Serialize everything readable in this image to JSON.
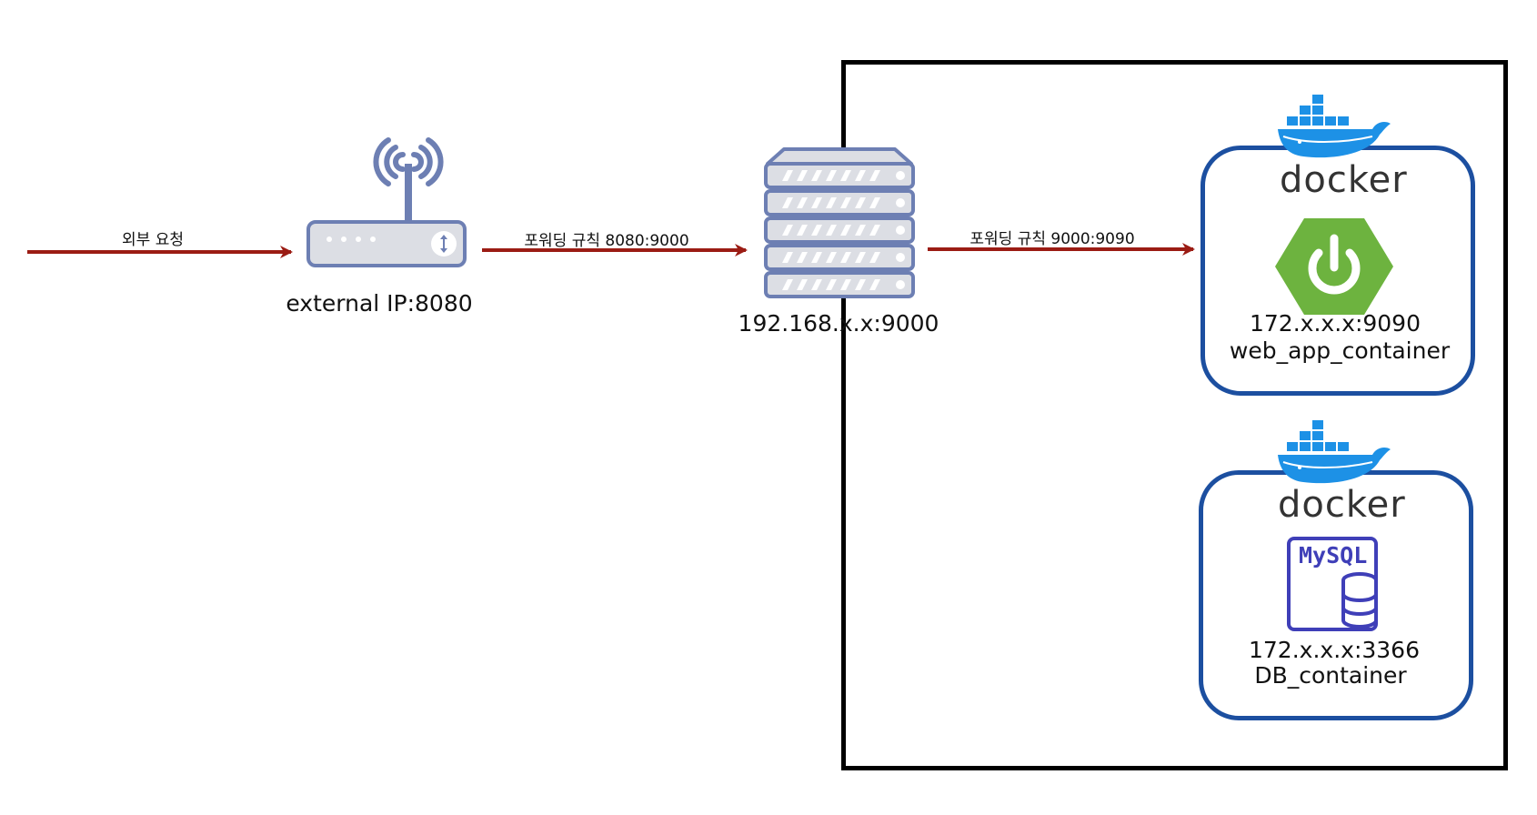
{
  "arrows": {
    "external": {
      "label": "외부 요청"
    },
    "router_to_host": {
      "label": "포워딩 규칙 8080:9000"
    },
    "host_to_container": {
      "label": "포워딩 규칙 9000:9090"
    }
  },
  "router": {
    "label": "external IP:8080",
    "icon": "wifi-router-icon"
  },
  "host": {
    "label": "192.168.x.x:9000",
    "icon": "server-rack-icon"
  },
  "containers": [
    {
      "logo_text": "docker",
      "icon": "spring-power-icon",
      "address": "172.x.x.x:9090",
      "name": "web_app_container"
    },
    {
      "logo_text": "docker",
      "icon": "mysql-database-icon",
      "address": "172.x.x.x:3366",
      "name": "DB_container",
      "icon_text": "MySQL"
    }
  ],
  "colors": {
    "arrow": "#9b1c14",
    "device": "#6d7fb3",
    "container_border": "#1c4fa0",
    "spring_green": "#6db33f",
    "mysql_blue": "#3f3fb8",
    "docker_blue": "#1d91e6"
  }
}
